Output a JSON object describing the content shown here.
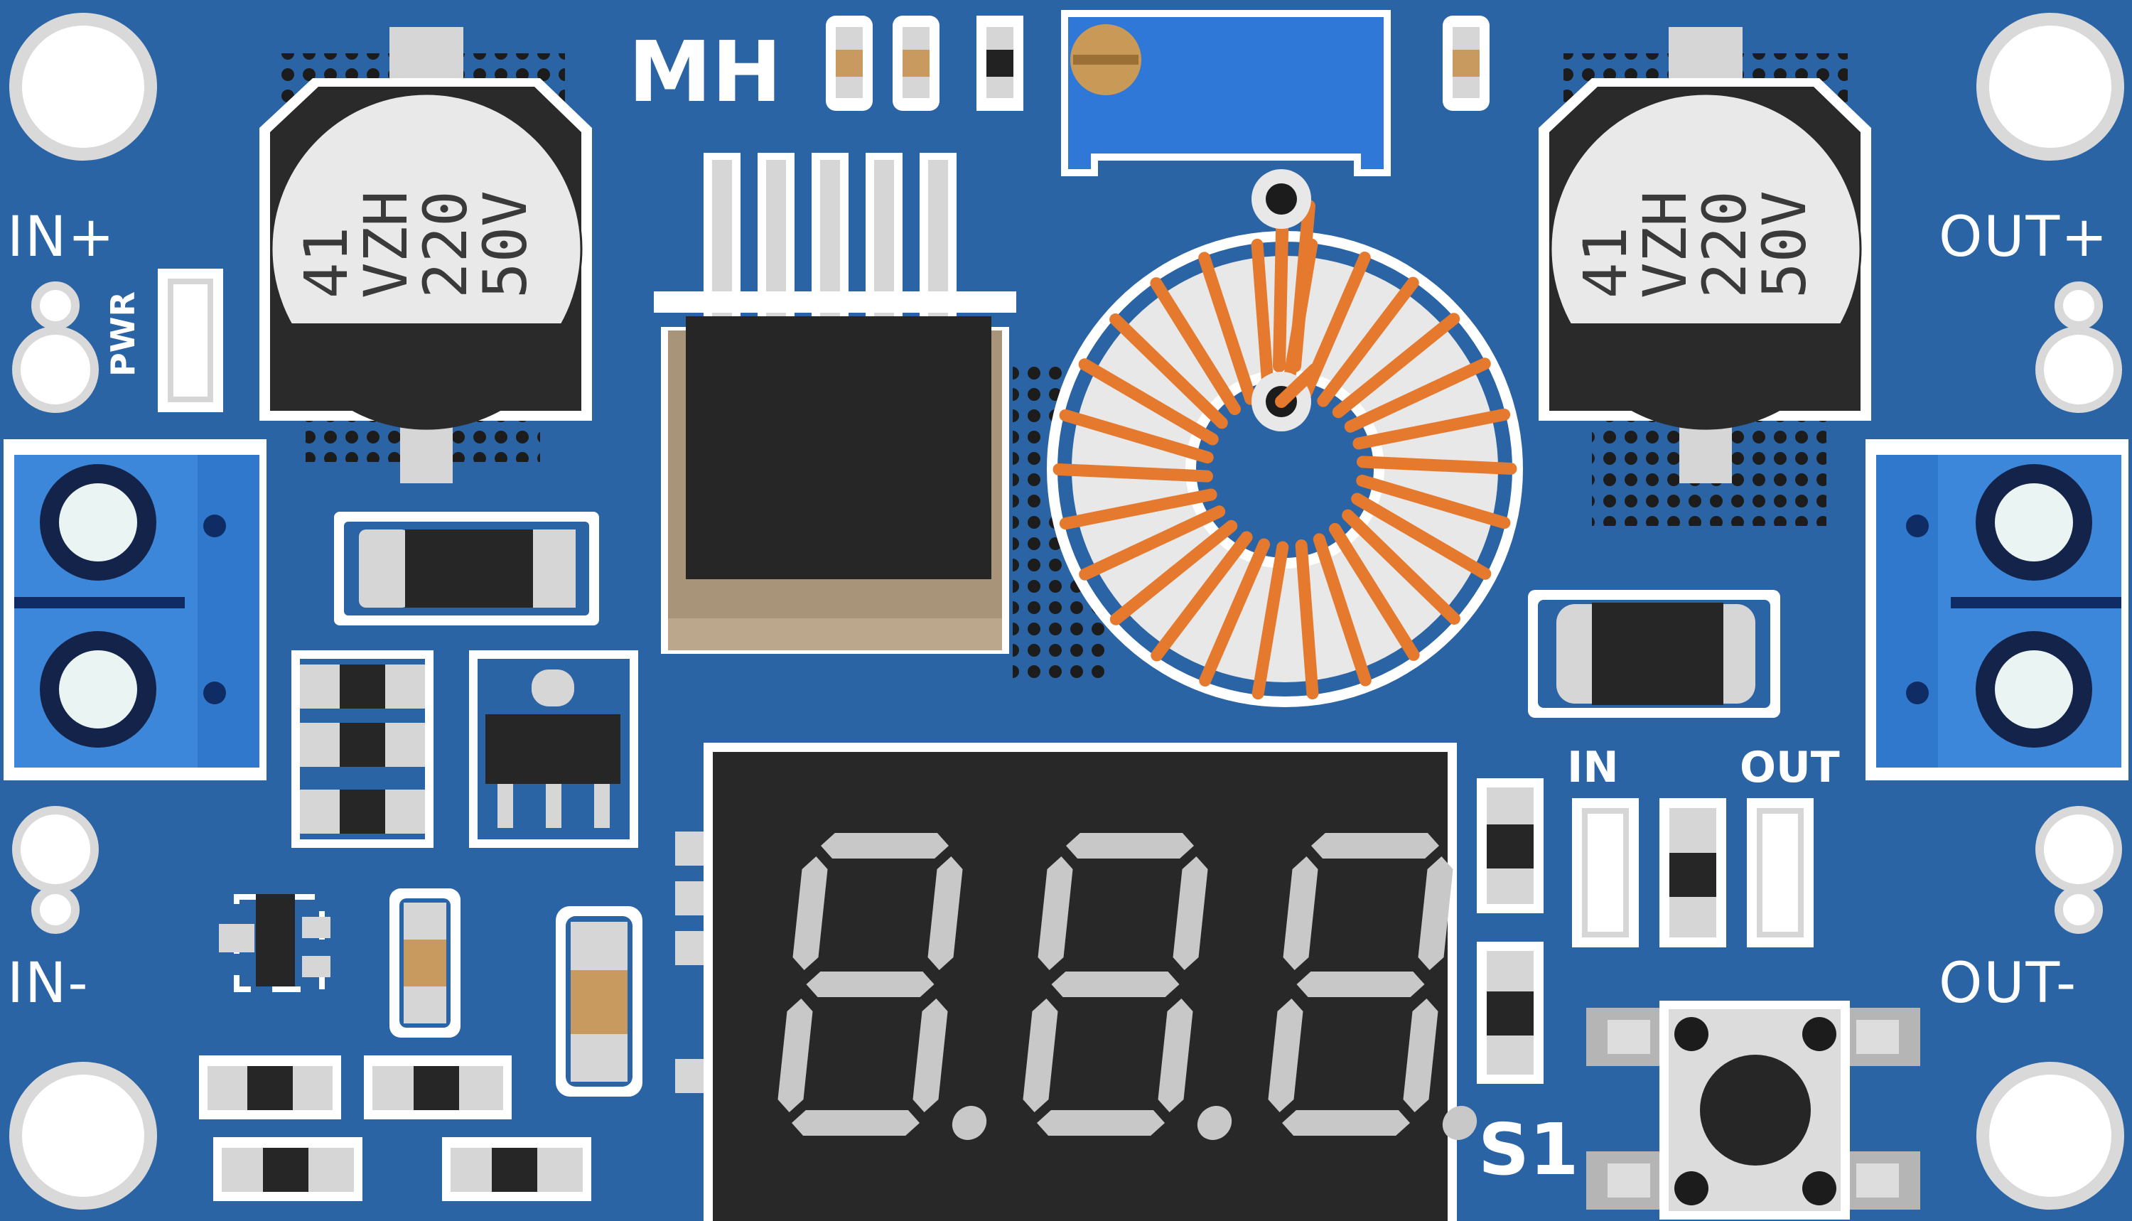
{
  "board": {
    "colors": {
      "pcb": "#2a64a4",
      "silkscreen": "#ffffff",
      "pad": "#d6d6d6",
      "terminal_blue": "#3c87d9",
      "copper_wire": "#e5792e",
      "display_body": "#282828",
      "segment_off": "#c8c8c8"
    },
    "labels": {
      "in_plus": "IN+",
      "in_minus": "IN-",
      "out_plus": "OUT+",
      "out_minus": "OUT-",
      "maker": "MH",
      "pwr": "PWR",
      "switch": "S1",
      "led_in": "IN",
      "led_out": "OUT"
    },
    "capacitor_left": {
      "line1": "41",
      "line2": "VZH",
      "line3": "220",
      "line4": "50V"
    },
    "capacitor_right": {
      "line1": "41",
      "line2": "VZH",
      "line3": "220",
      "line4": "50V"
    },
    "display": {
      "digit_count": 3,
      "text": "8.8.8."
    },
    "icons": {
      "capacitor": "electrolytic-capacitor-icon",
      "inductor": "toroidal-inductor-icon",
      "regulator": "to263-regulator-icon",
      "trimmer": "trimmer-potentiometer-icon",
      "terminal": "screw-terminal-icon",
      "button": "tactile-button-icon"
    }
  }
}
